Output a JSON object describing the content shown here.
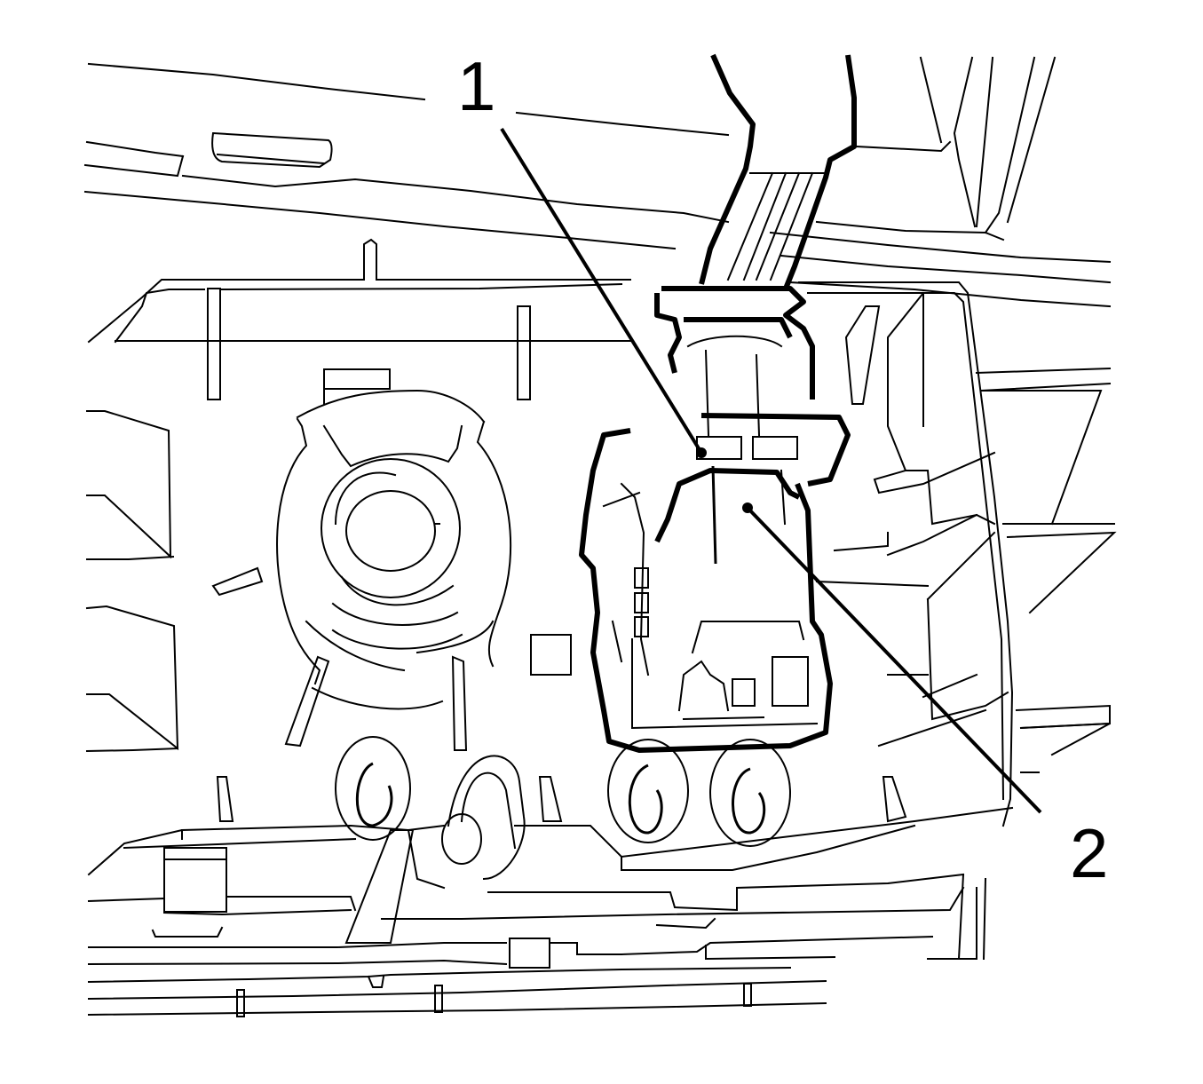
{
  "figure": {
    "type": "technical line drawing",
    "subject": "electrical connector plugged into housing socket with locking tab",
    "line_color": "#000000",
    "background_color": "#ffffff"
  },
  "callouts": [
    {
      "number": "1",
      "target": "connector locking tab"
    },
    {
      "number": "2",
      "target": "connector body"
    }
  ]
}
